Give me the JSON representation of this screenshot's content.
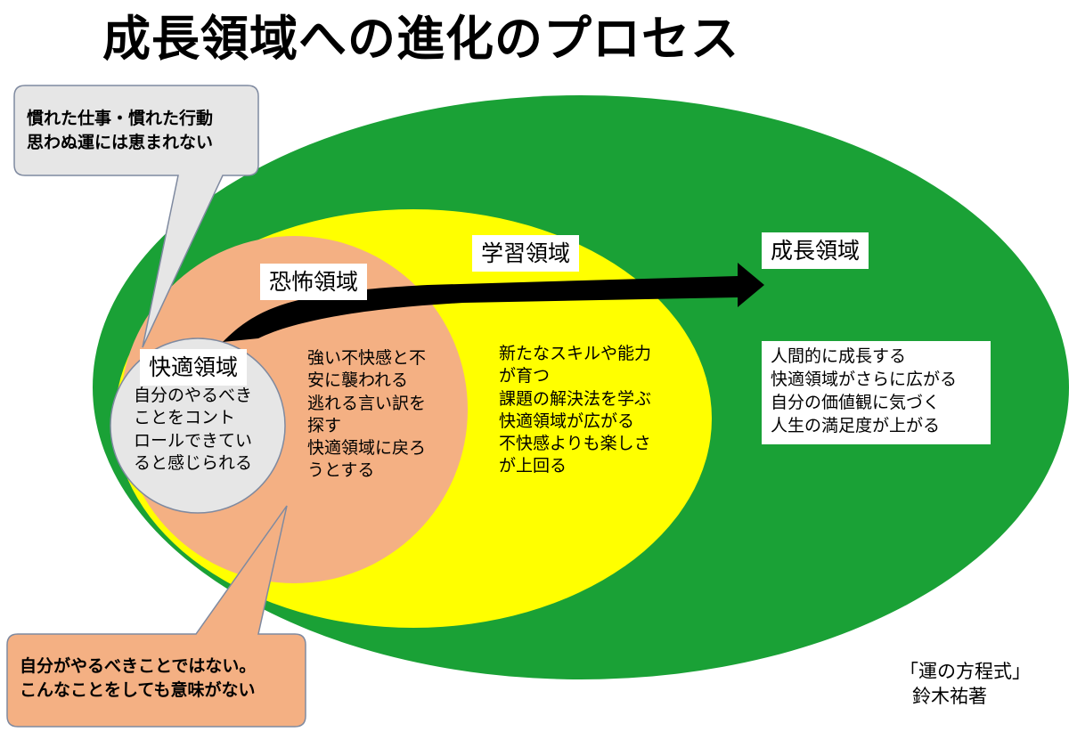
{
  "title": "成長領域への進化のプロセス",
  "zones": {
    "comfort": {
      "name": "快適領域",
      "lines": [
        "自分のやるべき",
        "ことをコント",
        "ロールできてい",
        "ると感じられる"
      ]
    },
    "fear": {
      "name": "恐怖領域",
      "lines": [
        "強い不快感と不",
        "安に襲われる",
        "逃れる言い訳を",
        "探す",
        "快適領域に戻ろ",
        "うとする"
      ]
    },
    "learning": {
      "name": "学習領域",
      "lines": [
        "新たなスキルや能力",
        "が育つ",
        "課題の解決法を学ぶ",
        "快適領域が広がる",
        "不快感よりも楽しさ",
        "が上回る"
      ]
    },
    "growth": {
      "name": "成長領域",
      "lines": [
        "人間的に成長する",
        "快適領域がさらに広がる",
        "自分の価値観に気づく",
        "人生の満足度が上がる"
      ]
    }
  },
  "callouts": {
    "top": [
      "慣れた仕事・慣れた行動",
      "思わぬ運には恵まれない"
    ],
    "bottom": [
      "自分がやるべきことではない。",
      "こんなことをしても意味がない"
    ]
  },
  "citation": [
    "「運の方程式」",
    "鈴木祐著"
  ],
  "colors": {
    "growth": "#1aa136",
    "learning": "#ffff00",
    "fear": "#f4b083",
    "comfort": "#e6e6e6",
    "callout_top": "#e6e6e6",
    "callout_bottom": "#f4b083",
    "arrow": "#000000",
    "outline": "#7f8aa0"
  }
}
